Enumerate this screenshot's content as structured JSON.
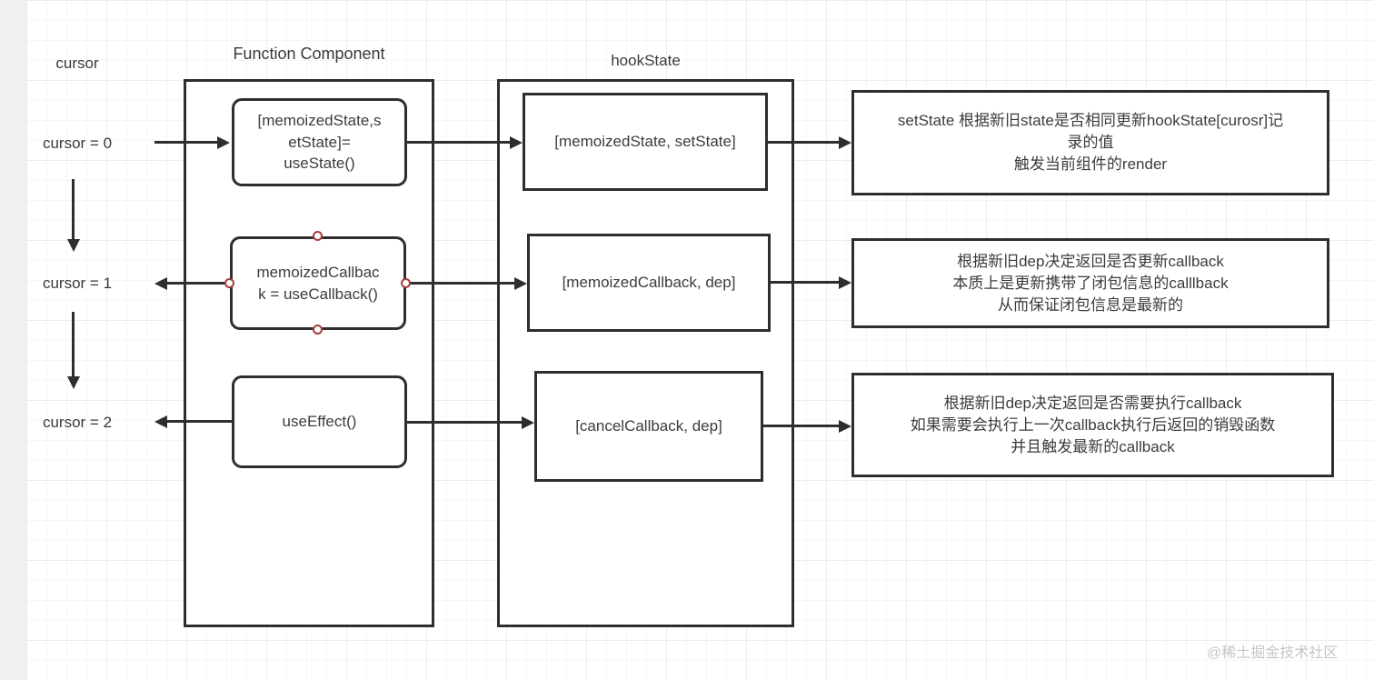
{
  "watermark": "@稀土掘金技术社区",
  "columns": {
    "cursor": {
      "title": "cursor",
      "items": [
        "cursor = 0",
        "cursor = 1",
        "cursor = 2"
      ]
    },
    "function_component": {
      "title": "Function Component",
      "nodes": [
        "[memoizedState,s\netState]=\nuseState()",
        "memoizedCallbac\nk = useCallback()",
        "useEffect()"
      ]
    },
    "hook_state": {
      "title": "hookState",
      "nodes": [
        "[memoizedState, setState]",
        "[memoizedCallback, dep]",
        "[cancelCallback, dep]"
      ]
    }
  },
  "annotations": [
    "setState 根据新旧state是否相同更新hookState[curosr]记\n录的值\n触发当前组件的render",
    "根据新旧dep决定返回是否更新callback\n本质上是更新携带了闭包信息的calllback\n从而保证闭包信息是最新的",
    "根据新旧dep决定返回是否需要执行callback\n如果需要会执行上一次callback执行后返回的销毁函数\n并且触发最新的callback"
  ],
  "colors": {
    "stroke": "#2e2e2e",
    "text": "#3c3c3c",
    "connection_handle": "#a63b3b",
    "watermark": "#c6c6c6",
    "canvas_margin": "#f0f0f0"
  }
}
